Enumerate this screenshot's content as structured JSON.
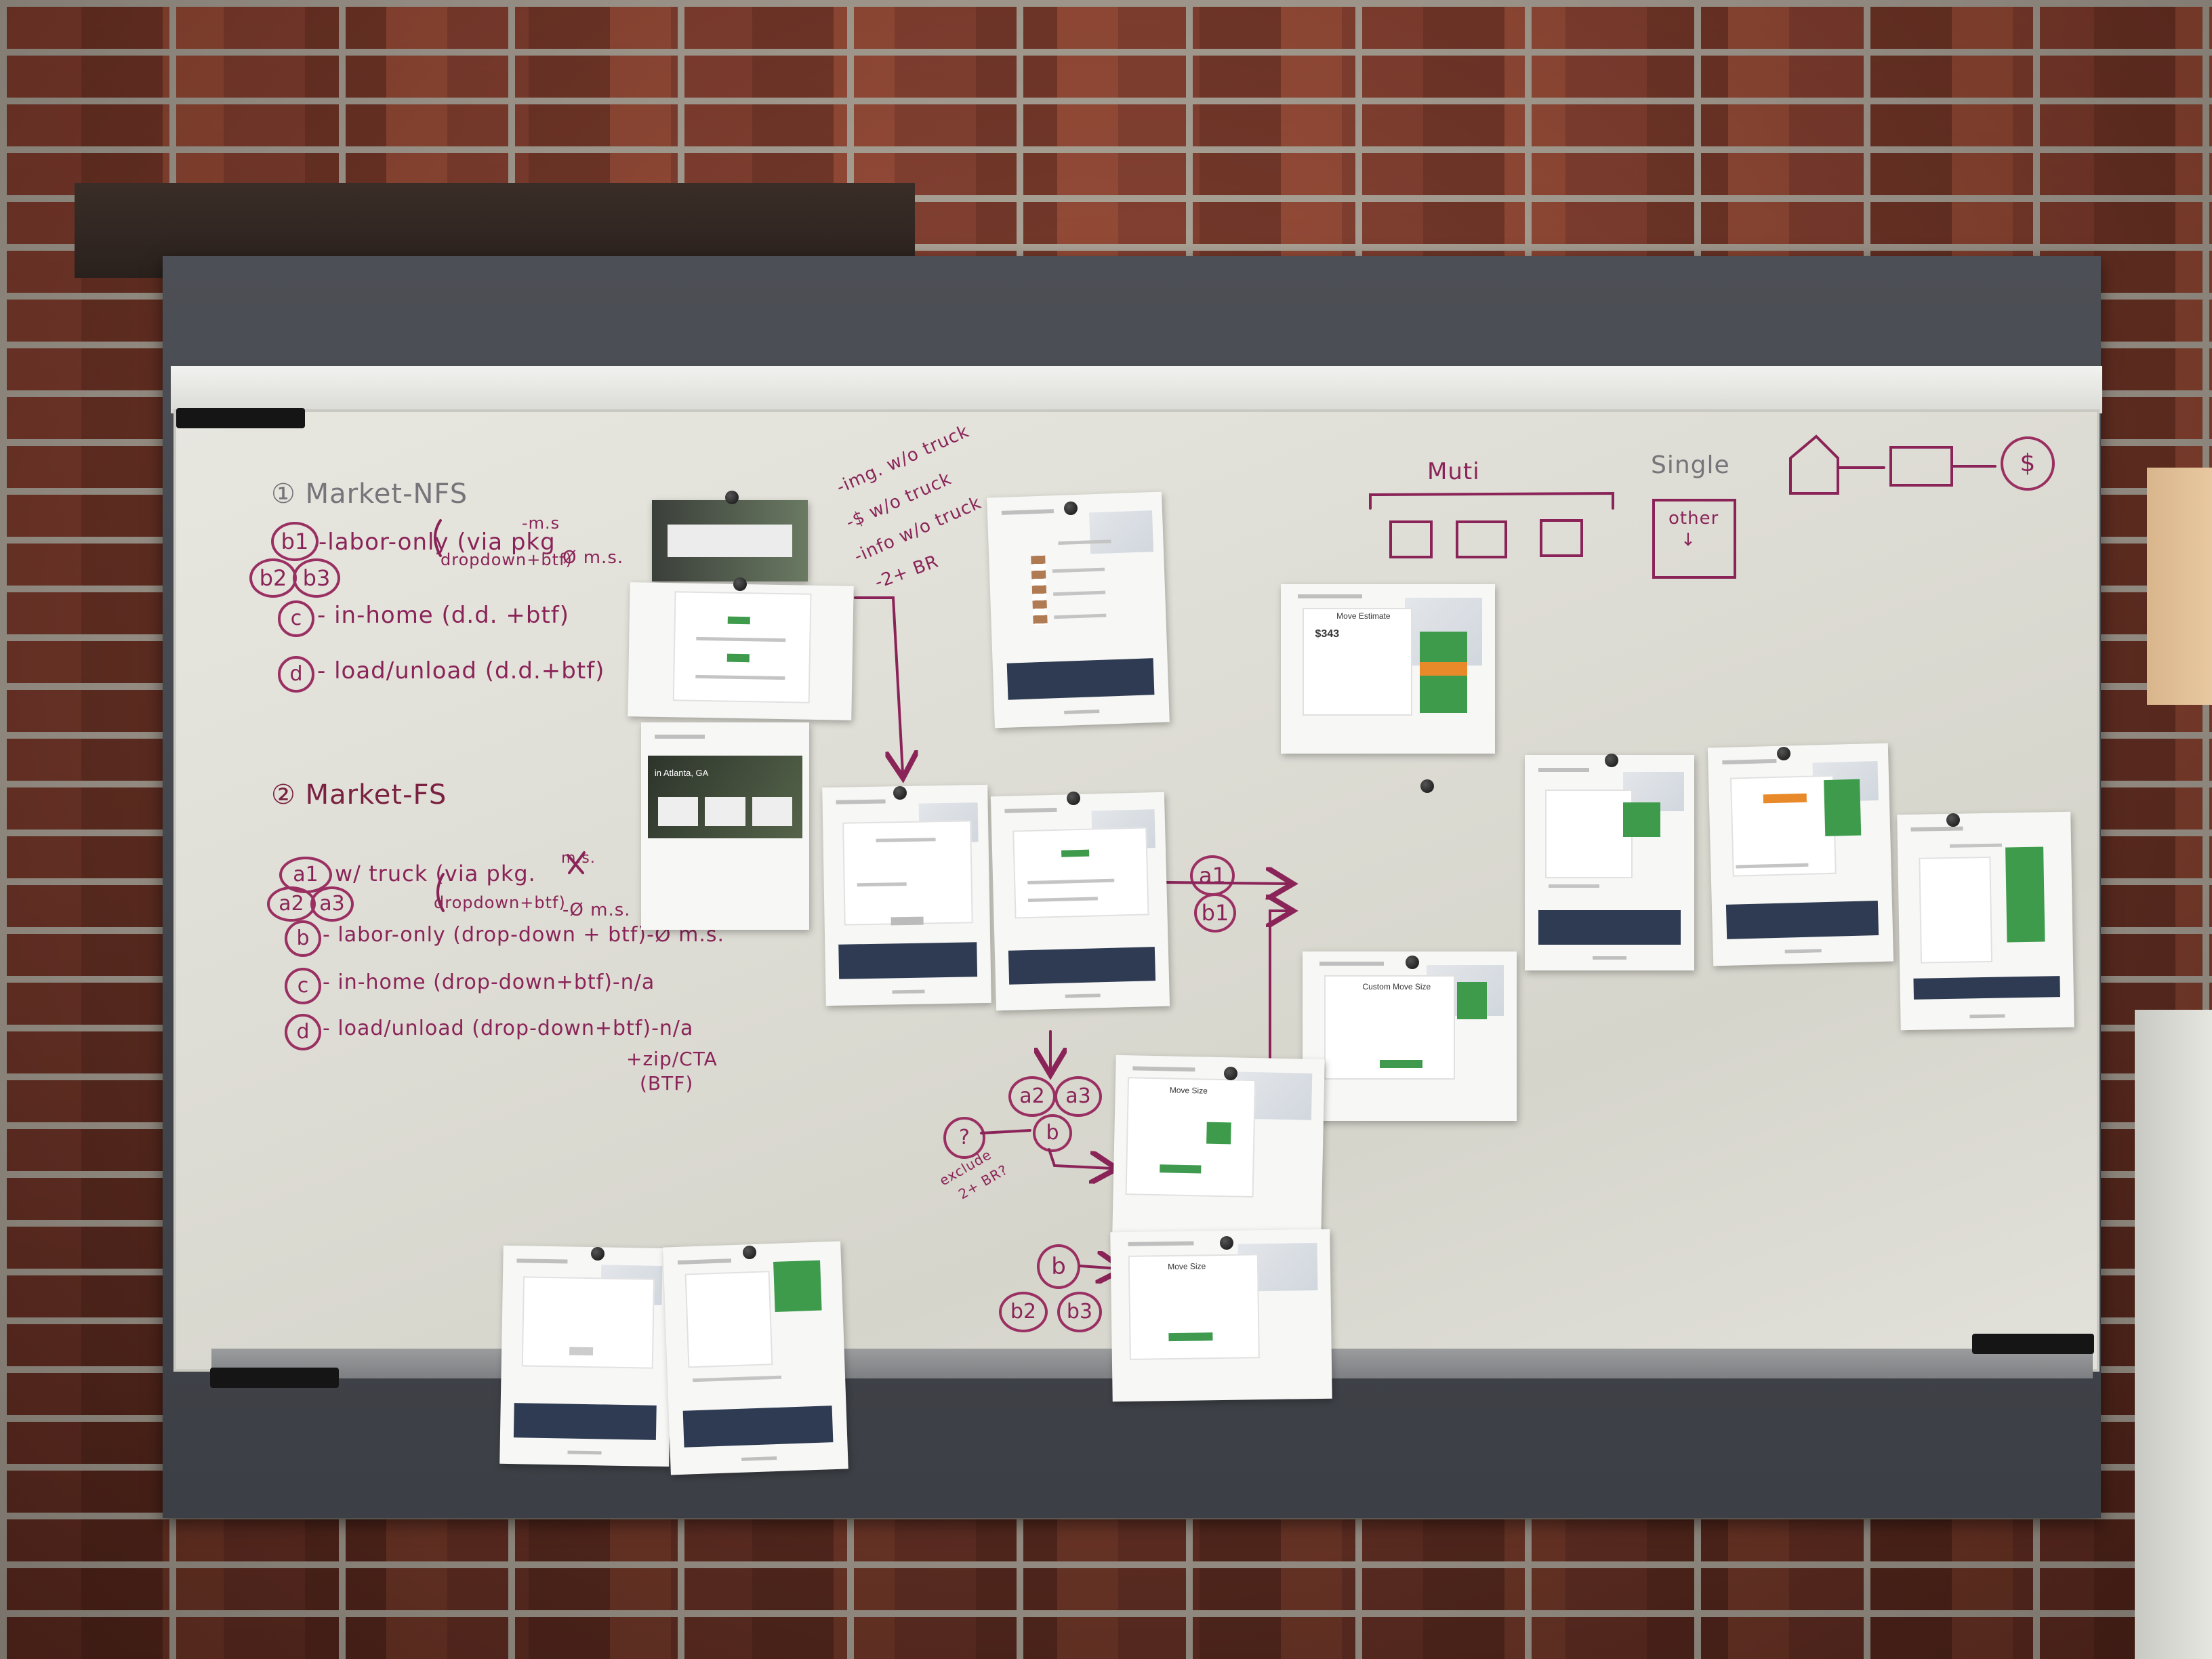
{
  "scene": "whiteboard",
  "notes": {
    "market_nfs": {
      "header": "① Market-NFS",
      "b1_label": "b1",
      "b1_text": "-labor-only (via pkg",
      "b1_sub": "dropdown+btf)",
      "b1_ms": "-m.s",
      "b1_ms2": "Ø m.s.",
      "b2_label": "b2",
      "b3_label": "b3",
      "c_label": "c",
      "c_text": "- in-home (d.d. +btf)",
      "d_label": "d",
      "d_text": "- load/unload (d.d.+btf)"
    },
    "market_fs": {
      "header": "② Market-FS",
      "a1_label": "a1",
      "a1_text": "w/ truck (via pkg.",
      "a1_sub": "dropdown+btf)",
      "a1_ms": "m.s.",
      "a1_ms2": "-Ø m.s.",
      "a2_label": "a2",
      "a3_label": "a3",
      "b_label": "b",
      "b_text": "- labor-only (drop-down + btf)-Ø m.s.",
      "c_label": "c",
      "c_text": "- in-home (drop-down+btf)-n/a",
      "d_label": "d",
      "d_text": "- load/unload (drop-down+btf)-n/a",
      "zip_cta": "+zip/CTA",
      "zip_cta2": "(BTF)"
    },
    "ideas": [
      "-img. w/o truck",
      "-$ w/o truck",
      "-info w/o truck",
      "-2+ BR"
    ],
    "flow": {
      "a1": "a1",
      "b1": "b1",
      "a2": "a2",
      "a3": "a3",
      "b": "b",
      "question": "?",
      "exclude": "exclude",
      "exclude2": "2+ BR?",
      "b_bottom": "b",
      "b2_bottom": "b2",
      "b3_bottom": "b3"
    },
    "top_right": {
      "multi": "Muti",
      "single": "Single",
      "other": "other",
      "other_arrow": "↓",
      "dollar": "$"
    }
  },
  "printouts": {
    "hero_city_text": "in Atlanta, GA",
    "move_estimate_price": "$343",
    "move_estimate_title": "Move Estimate",
    "custom_move_title": "Custom Move Size",
    "move_size_title": "Move Size"
  },
  "colors": {
    "marker_purple": "#8a2458",
    "marker_gray": "#77747a",
    "brand_green": "#3e9b4c",
    "footer_navy": "#2f3b52"
  }
}
